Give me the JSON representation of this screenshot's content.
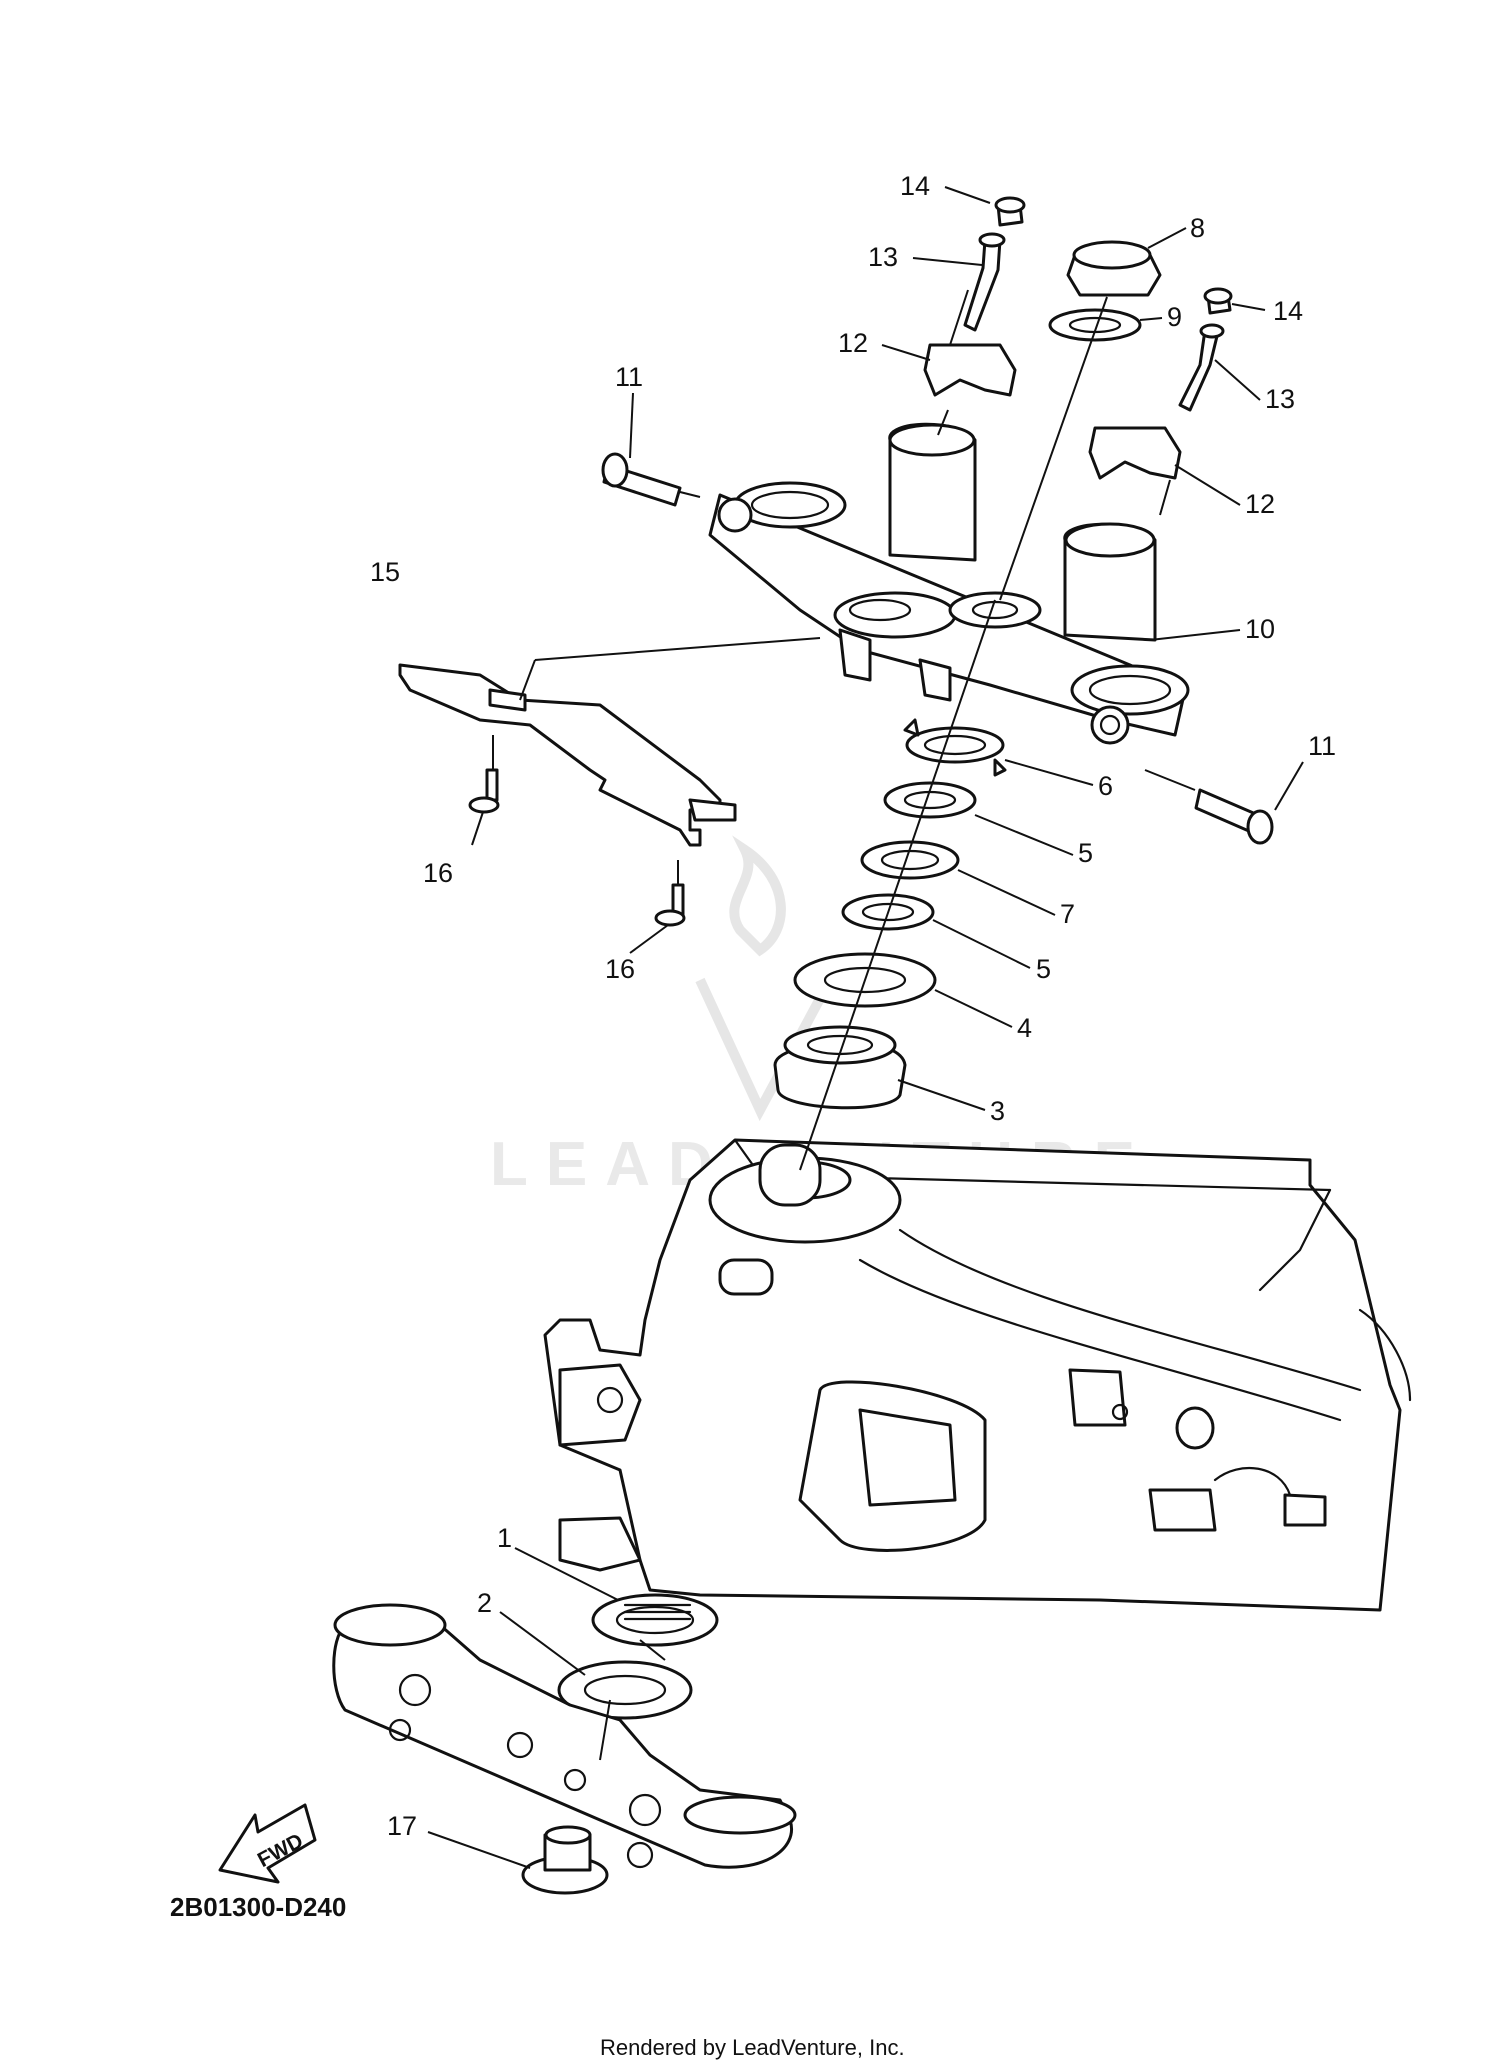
{
  "callouts": {
    "c14a": "14",
    "c8": "8",
    "c13a": "13",
    "c9": "9",
    "c14b": "14",
    "c12a": "12",
    "c13b": "13",
    "c11a": "11",
    "c12b": "12",
    "c15": "15",
    "c10": "10",
    "c11b": "11",
    "c6": "6",
    "c5a": "5",
    "c16a": "16",
    "c7": "7",
    "c16b": "16",
    "c5b": "5",
    "c4": "4",
    "c3": "3",
    "c1": "1",
    "c2": "2",
    "c17": "17"
  },
  "diagram_code": "2B01300-D240",
  "fwd_label": "FWD",
  "watermark": {
    "text": "LEADVENTURE",
    "color": "#e6e6e6"
  },
  "footer": "Rendered by LeadVenture, Inc.",
  "colors": {
    "ink": "#111111",
    "background": "#ffffff"
  }
}
